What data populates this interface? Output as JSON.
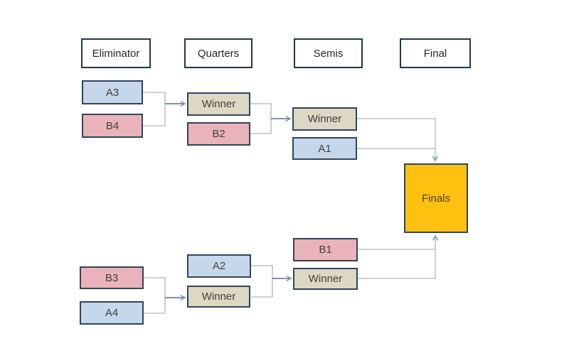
{
  "diagram_type": "tournament-bracket-flowchart",
  "colors": {
    "team_a_fill": "#c7d7eb",
    "team_b_fill": "#eab3b9",
    "winner_fill": "#ddd8c3",
    "finals_fill": "#ffc010",
    "header_fill": "#ffffff",
    "box_border": "#31445c",
    "connector": "#aeb6bf",
    "arrow_line": "#54708e",
    "arrowhead": "#7b96c6"
  },
  "headers": [
    {
      "label": "Eliminator"
    },
    {
      "label": "Quarters"
    },
    {
      "label": "Semis"
    },
    {
      "label": "Final"
    }
  ],
  "nodes": {
    "a3": {
      "label": "A3"
    },
    "b4": {
      "label": "B4"
    },
    "winner_q_top": {
      "label": "Winner"
    },
    "b2": {
      "label": "B2"
    },
    "winner_s_top": {
      "label": "Winner"
    },
    "a1": {
      "label": "A1"
    },
    "finals": {
      "label": "Finals"
    },
    "b3": {
      "label": "B3"
    },
    "a4": {
      "label": "A4"
    },
    "a2": {
      "label": "A2"
    },
    "winner_q_bottom": {
      "label": "Winner"
    },
    "b1": {
      "label": "B1"
    },
    "winner_s_bottom": {
      "label": "Winner"
    }
  }
}
